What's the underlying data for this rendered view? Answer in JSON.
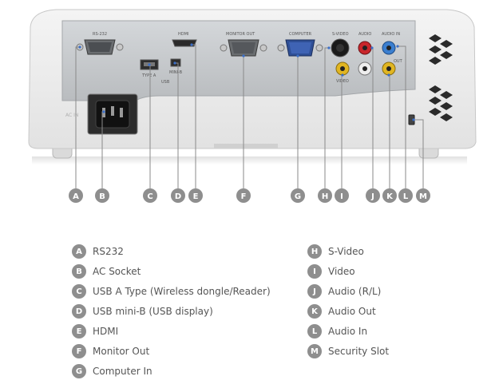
{
  "panel_labels": {
    "rs232": "RS-232",
    "hdmi": "HDMI",
    "monitor_out": "MONITOR OUT",
    "computer": "COMPUTER",
    "s_video": "S-VIDEO",
    "audio_rl": "AUDIO",
    "audio_in": "AUDIO IN",
    "type_a": "TYPE A",
    "usb": "USB",
    "mini_b": "MINI-B",
    "video": "VIDEO",
    "out": "OUT",
    "ac_in": "AC IN"
  },
  "callouts": [
    {
      "letter": "A",
      "label": "RS232"
    },
    {
      "letter": "B",
      "label": "AC Socket"
    },
    {
      "letter": "C",
      "label": "USB A Type (Wireless dongle/Reader)"
    },
    {
      "letter": "D",
      "label": "USB mini-B (USB display)"
    },
    {
      "letter": "E",
      "label": "HDMI"
    },
    {
      "letter": "F",
      "label": "Monitor Out"
    },
    {
      "letter": "G",
      "label": "Computer In"
    },
    {
      "letter": "H",
      "label": "S-Video"
    },
    {
      "letter": "I",
      "label": "Video"
    },
    {
      "letter": "J",
      "label": "Audio (R/L)"
    },
    {
      "letter": "K",
      "label": "Audio Out"
    },
    {
      "letter": "L",
      "label": "Audio In"
    },
    {
      "letter": "M",
      "label": "Security Slot"
    }
  ],
  "colors": {
    "badge": "#8e8e8e",
    "leader_line": "#8a8a8a",
    "label_text": "#555555",
    "panel": "#c6c9cc",
    "vga_blue": "#3f63b4",
    "rca_red": "#c8262c",
    "rca_white": "#eeeeee",
    "rca_yellow": "#e1b622",
    "jack_blue": "#3b7fd0"
  }
}
